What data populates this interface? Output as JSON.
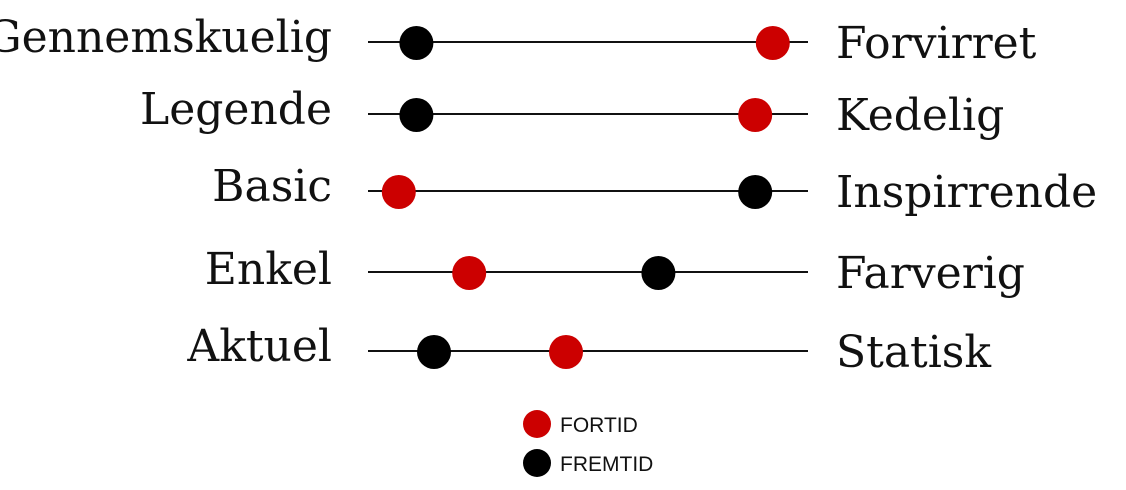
{
  "chart_data": {
    "type": "scatter",
    "scale": [
      0,
      1
    ],
    "rows": [
      {
        "left": "Gennemskuelig",
        "right": "Forvirret",
        "fortid": 0.92,
        "fremtid": 0.11
      },
      {
        "left": "Legende",
        "right": "Kedelig",
        "fortid": 0.88,
        "fremtid": 0.11
      },
      {
        "left": "Basic",
        "right": "Inspirrende",
        "fortid": 0.07,
        "fremtid": 0.88
      },
      {
        "left": "Enkel",
        "right": "Farverig",
        "fortid": 0.23,
        "fremtid": 0.66
      },
      {
        "left": "Aktuel",
        "right": "Statisk",
        "fortid": 0.45,
        "fremtid": 0.15
      }
    ],
    "series": [
      {
        "key": "fortid",
        "name": "FORTID",
        "color": "#cc0000"
      },
      {
        "key": "fremtid",
        "name": "FREMTID",
        "color": "#000000"
      }
    ],
    "line_color": "#111111",
    "legend_position": "bottom-center"
  }
}
